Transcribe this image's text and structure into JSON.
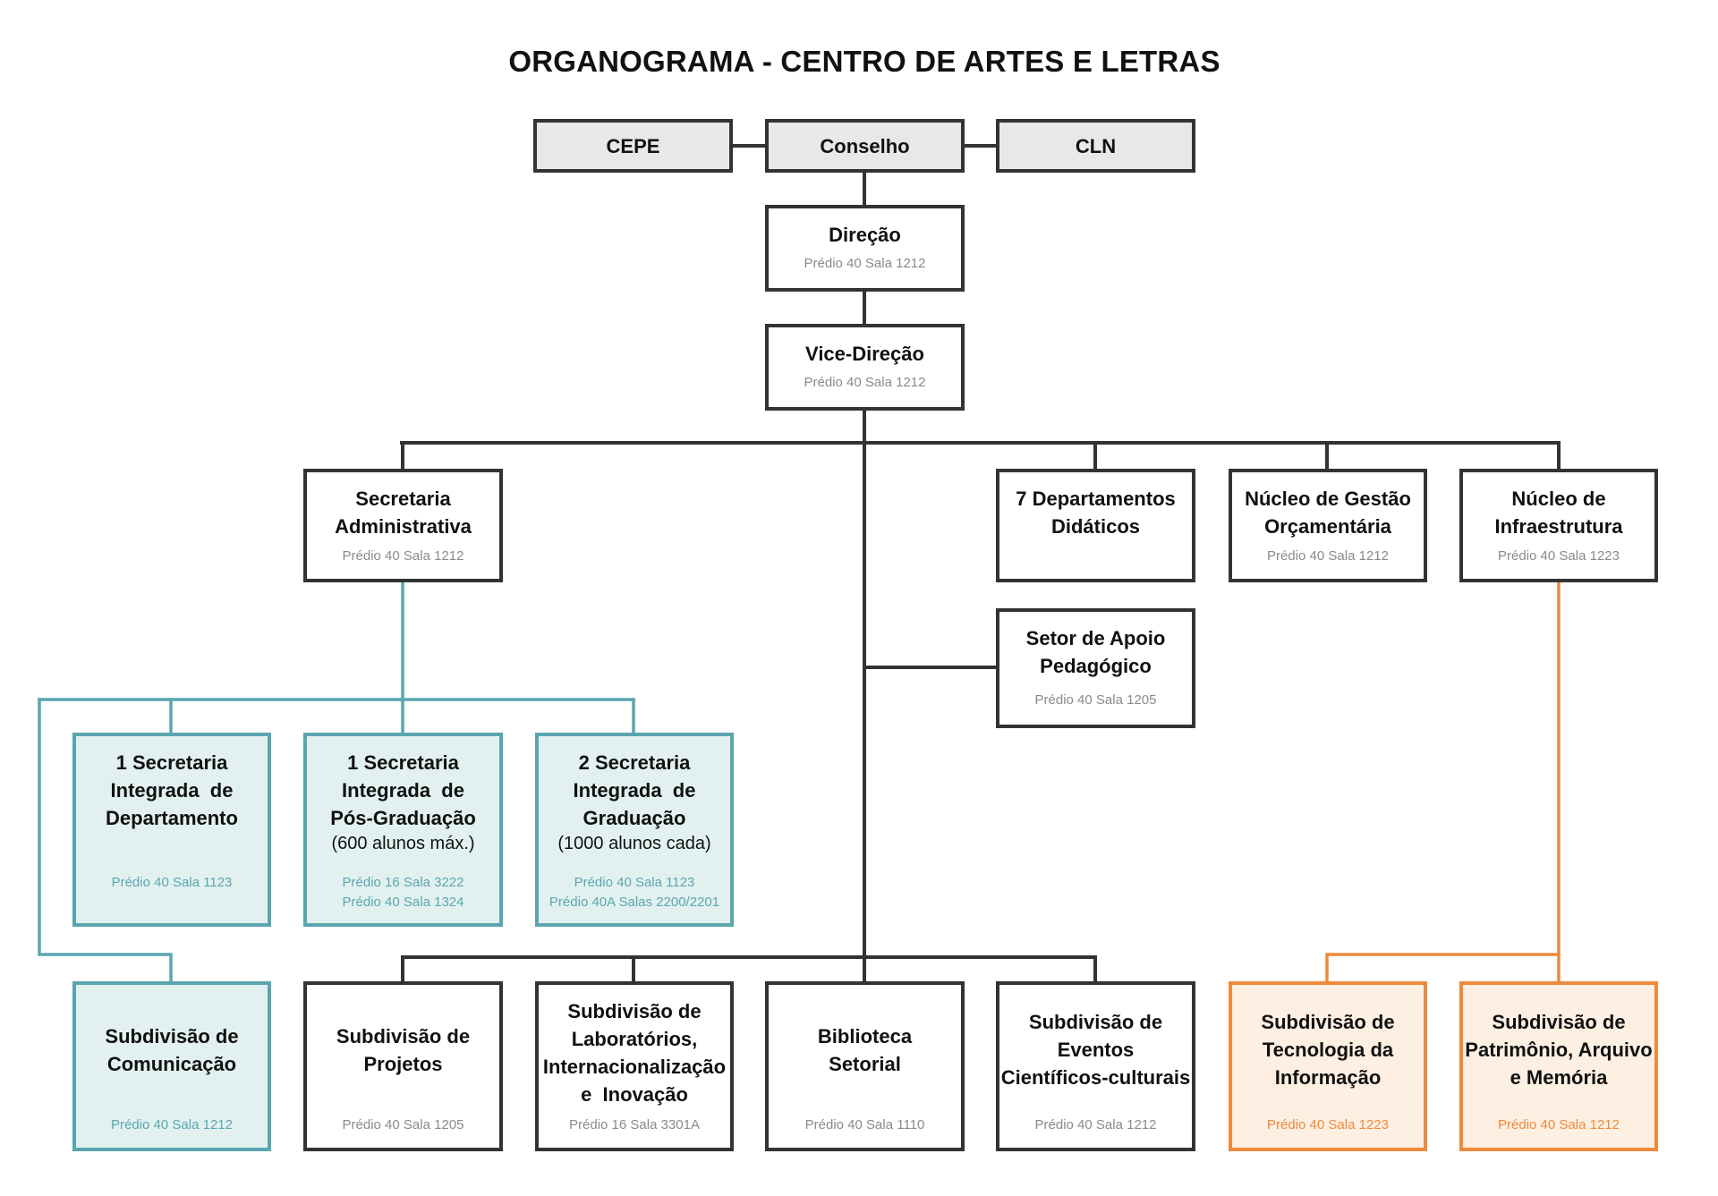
{
  "title": "ORGANOGRAMA - CENTRO DE ARTES E LETRAS",
  "colors": {
    "line": "#333333",
    "teal": "#5aa6b0",
    "teal_fill": "#e2f1f0",
    "orange": "#ee8a3c",
    "orange_fill": "#fdefe2",
    "header_fill": "#e7e8e9",
    "location_gray": "#8a8a8a"
  },
  "top": {
    "cepe": "CEPE",
    "conselho": "Conselho",
    "cln": "CLN"
  },
  "direcao": {
    "name": "Direção",
    "loc": "Prédio 40 Sala 1212"
  },
  "vice": {
    "name": "Vice-Direção",
    "loc": "Prédio 40 Sala 1212"
  },
  "sec_adm": {
    "name": [
      "Secretaria",
      "Administrativa"
    ],
    "loc": "Prédio 40 Sala 1212"
  },
  "departamentos": {
    "name": [
      "7 Departamentos",
      "Didáticos"
    ]
  },
  "nucleo_gestao": {
    "name": [
      "Núcleo de Gestão",
      "Orçamentária"
    ],
    "loc": "Prédio 40 Sala 1212"
  },
  "nucleo_infra": {
    "name": [
      "Núcleo de",
      "Infraestrutura"
    ],
    "loc": "Prédio 40 Sala 1223"
  },
  "setor_apoio": {
    "name": [
      "Setor de Apoio",
      "Pedagógico"
    ],
    "loc": "Prédio 40 Sala 1205"
  },
  "sec_departamento": {
    "name": [
      "1 Secretaria",
      "Integrada  de",
      "Departamento"
    ],
    "loc": [
      "Prédio 40 Sala 1123"
    ]
  },
  "sec_pos": {
    "name": [
      "1 Secretaria",
      "Integrada  de",
      "Pós-Graduação"
    ],
    "note": "(600 alunos máx.)",
    "loc": [
      "Prédio 16 Sala 3222",
      "Prédio 40 Sala 1324"
    ]
  },
  "sec_grad": {
    "name": [
      "2 Secretaria",
      "Integrada  de",
      "Graduação"
    ],
    "note": "(1000 alunos cada)",
    "loc": [
      "Prédio 40 Sala 1123",
      "Prédio 40A Salas 2200/2201"
    ]
  },
  "sub_comunicacao": {
    "name": [
      "Subdivisão de",
      "Comunicação"
    ],
    "loc": "Prédio 40 Sala 1212"
  },
  "sub_projetos": {
    "name": [
      "Subdivisão de",
      "Projetos"
    ],
    "loc": "Prédio 40 Sala 1205"
  },
  "sub_laboratorios": {
    "name": [
      "Subdivisão de",
      "Laboratórios,",
      "Internacionalização",
      "e  Inovação"
    ],
    "loc": "Prédio 16 Sala 3301A"
  },
  "biblioteca": {
    "name": [
      "Biblioteca",
      "Setorial"
    ],
    "loc": "Prédio 40 Sala 1110"
  },
  "sub_eventos": {
    "name": [
      "Subdivisão de",
      "Eventos",
      "Científicos-culturais"
    ],
    "loc": "Prédio 40 Sala 1212"
  },
  "sub_ti": {
    "name": [
      "Subdivisão de",
      "Tecnologia da",
      "Informação"
    ],
    "loc": "Prédio 40 Sala 1223"
  },
  "sub_patrimonio": {
    "name": [
      "Subdivisão de",
      "Patrimônio, Arquivo",
      "e Memória"
    ],
    "loc": "Prédio 40 Sala 1212"
  }
}
